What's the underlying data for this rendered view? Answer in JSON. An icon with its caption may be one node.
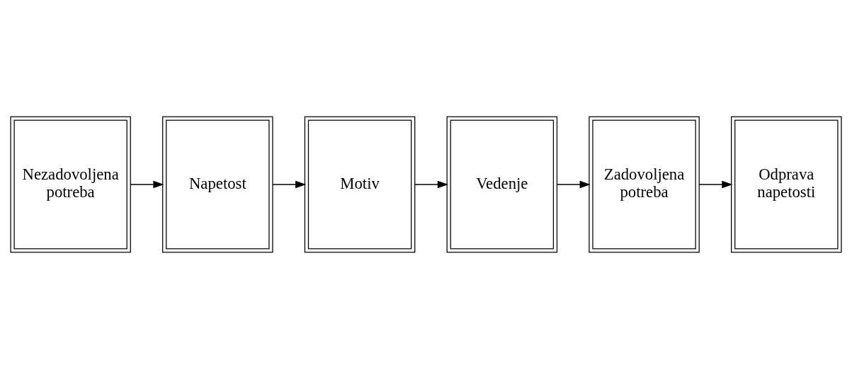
{
  "diagram": {
    "nodes": [
      {
        "text": [
          "Nezadovoljena potreba"
        ]
      },
      {
        "text": [
          "Napetost"
        ]
      },
      {
        "text": [
          "Motiv"
        ]
      },
      {
        "text": [
          "Vedenje"
        ]
      },
      {
        "text": [
          "Zadovoljena potreba"
        ]
      },
      {
        "text": [
          "Odprava napetosti"
        ]
      }
    ],
    "edges": [
      {
        "from": 0,
        "to": 1,
        "arrow": "to"
      },
      {
        "from": 1,
        "to": 2,
        "arrow": "to"
      },
      {
        "from": 2,
        "to": 3,
        "arrow": "to"
      },
      {
        "from": 3,
        "to": 4,
        "arrow": "to"
      },
      {
        "from": 4,
        "to": 5,
        "arrow": "to"
      }
    ]
  }
}
